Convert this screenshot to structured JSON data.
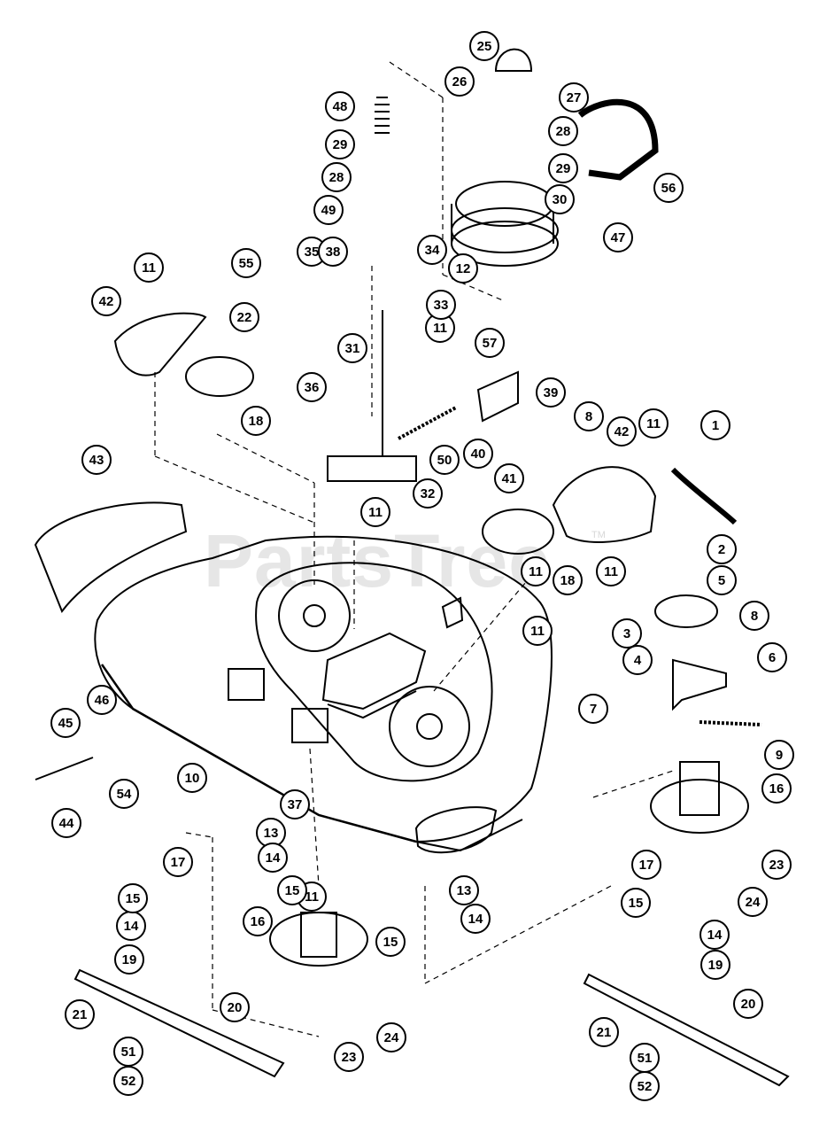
{
  "watermark": {
    "text": "PartsTree",
    "trademark": "TM"
  },
  "callouts": [
    "1",
    "2",
    "3",
    "4",
    "5",
    "6",
    "7",
    "8",
    "8",
    "9",
    "10",
    "11",
    "11",
    "11",
    "11",
    "11",
    "11",
    "11",
    "11",
    "12",
    "13",
    "13",
    "14",
    "14",
    "14",
    "14",
    "15",
    "15",
    "15",
    "15",
    "16",
    "16",
    "17",
    "17",
    "18",
    "18",
    "19",
    "19",
    "20",
    "20",
    "21",
    "21",
    "22",
    "23",
    "23",
    "24",
    "24",
    "25",
    "26",
    "27",
    "28",
    "28",
    "29",
    "29",
    "30",
    "31",
    "32",
    "33",
    "34",
    "35",
    "36",
    "37",
    "38",
    "39",
    "40",
    "41",
    "42",
    "42",
    "43",
    "44",
    "45",
    "46",
    "47",
    "48",
    "49",
    "50",
    "51",
    "51",
    "52",
    "52",
    "54",
    "55",
    "56",
    "57"
  ],
  "colors": {
    "ink": "#000000",
    "paper": "#ffffff",
    "watermark": "#e6e6e6"
  }
}
